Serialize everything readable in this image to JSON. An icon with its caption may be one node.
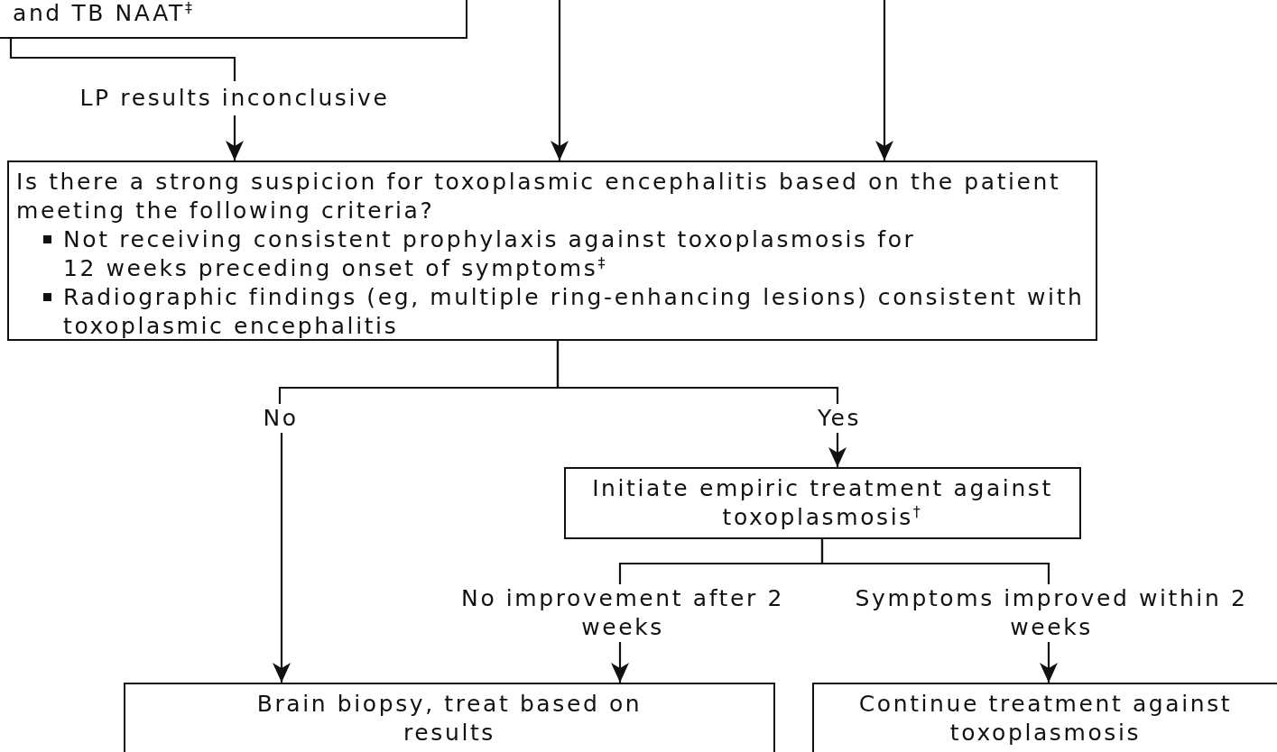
{
  "diagram": {
    "nodes": [
      {
        "text": [
          "and TB NAAT$^{‡}$"
        ]
      },
      {
        "text": [
          "LP results inconclusive"
        ]
      },
      {
        "text": [
          "Is there a strong suspicion for toxoplasmic encephalitis based on the patient meeting the following criteria?",
          "Not receiving consistent prophylaxis against toxoplasmosis for 12 weeks preceding onset of symptoms$^{‡}$",
          "Radiographic findings (eg, multiple ring-enhancing lesions) consistent with toxoplasmic encephalitis"
        ]
      },
      {
        "text": [
          "No"
        ]
      },
      {
        "text": [
          "Yes"
        ]
      },
      {
        "text": [
          "Initiate empiric treatment against toxoplasmosis$^{†}$"
        ]
      },
      {
        "text": [
          "No improvement after 2 weeks"
        ]
      },
      {
        "text": [
          "Symptoms improved within 2 weeks"
        ]
      },
      {
        "text": [
          "Brain biopsy, treat based on results"
        ]
      },
      {
        "text": [
          "Continue treatment against toxoplasmosis"
        ]
      }
    ],
    "edges": [
      {
        "from": 0,
        "to": 1,
        "arrow": "none"
      },
      {
        "from": 1,
        "to": 2,
        "arrow": "to"
      },
      {
        "from": null,
        "to": 2,
        "arrow": "to"
      },
      {
        "from": null,
        "to": 2,
        "arrow": "to"
      },
      {
        "from": 2,
        "to": 3,
        "arrow": "none"
      },
      {
        "from": 2,
        "to": 4,
        "arrow": "none"
      },
      {
        "from": 3,
        "to": 8,
        "arrow": "to"
      },
      {
        "from": 4,
        "to": 5,
        "arrow": "to"
      },
      {
        "from": 5,
        "to": 6,
        "arrow": "none"
      },
      {
        "from": 5,
        "to": 7,
        "arrow": "none"
      },
      {
        "from": 6,
        "to": 8,
        "arrow": "to"
      },
      {
        "from": 7,
        "to": 9,
        "arrow": "to"
      }
    ]
  }
}
